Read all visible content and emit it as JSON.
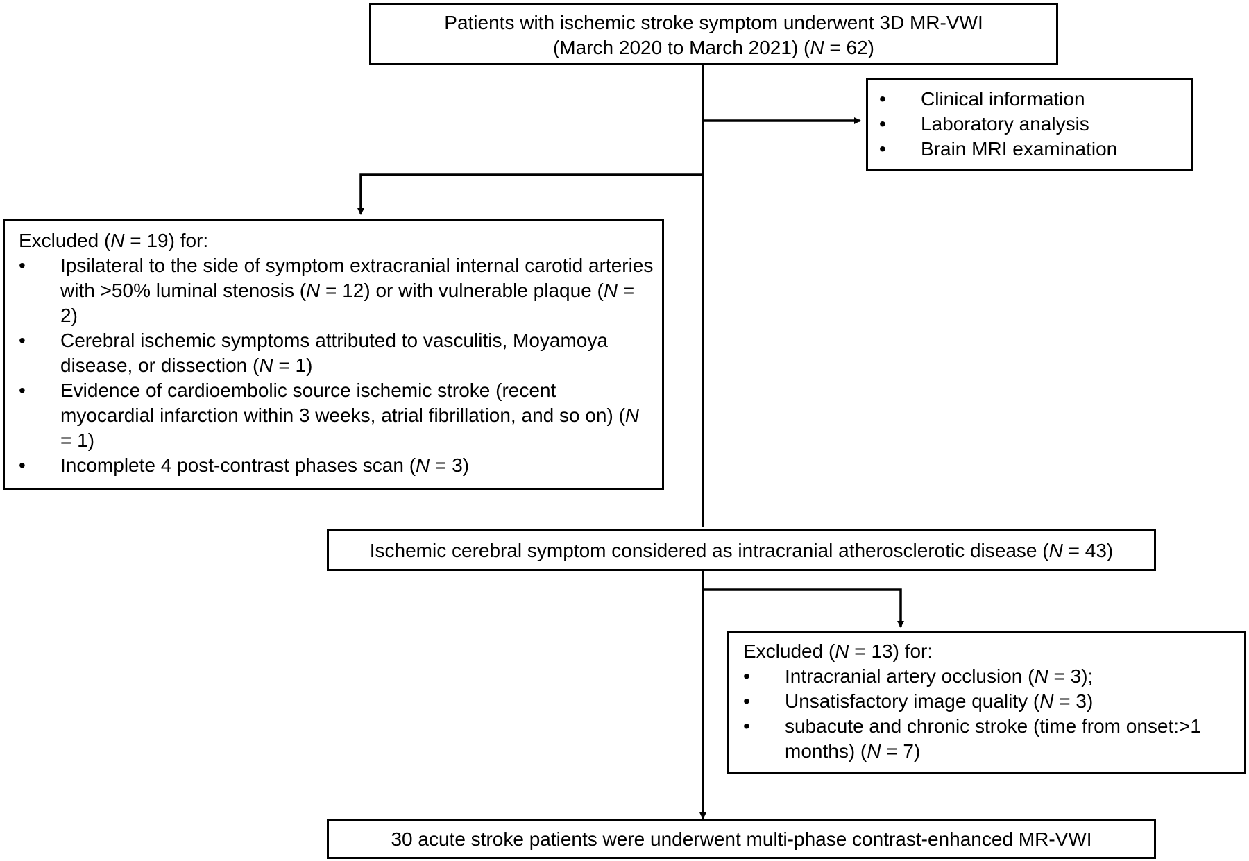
{
  "boxes": {
    "top": {
      "line1": "Patients with ischemic stroke symptom underwent  3D MR-VWI",
      "line2": "(March 2020 to March 2021)  (N = 62)"
    },
    "info": {
      "items": [
        "Clinical information",
        "Laboratory analysis",
        "Brain MRI examination"
      ]
    },
    "excluded1": {
      "heading": "Excluded  (N = 19)  for:",
      "items": [
        "Ipsilateral to the side of symptom extracranial internal carotid arteries with >50% luminal stenosis (N = 12) or with vulnerable plaque (N = 2)",
        "Cerebral ischemic symptoms attributed to vasculitis,  Moyamoya disease, or dissection (N = 1)",
        "Evidence of cardioembolic source ischemic stroke (recent myocardial infarction within 3 weeks, atrial fibrillation, and so on) (N = 1)",
        "Incomplete  4  post-contrast  phases scan (N = 3)"
      ]
    },
    "icad": {
      "text": "Ischemic cerebral symptom considered as intracranial atherosclerotic disease (N = 43)"
    },
    "excluded2": {
      "heading": "Excluded  (N = 13)  for:",
      "items": [
        "Intracranial  artery  occlusion (N = 3);",
        "Unsatisfactory image quality (N = 3)",
        "subacute and chronic stroke (time from onset:>1 months)  (N = 7)"
      ]
    },
    "final": {
      "text": "30 acute stroke patients were underwent  multi-phase  contrast-enhanced  MR-VWI"
    }
  }
}
